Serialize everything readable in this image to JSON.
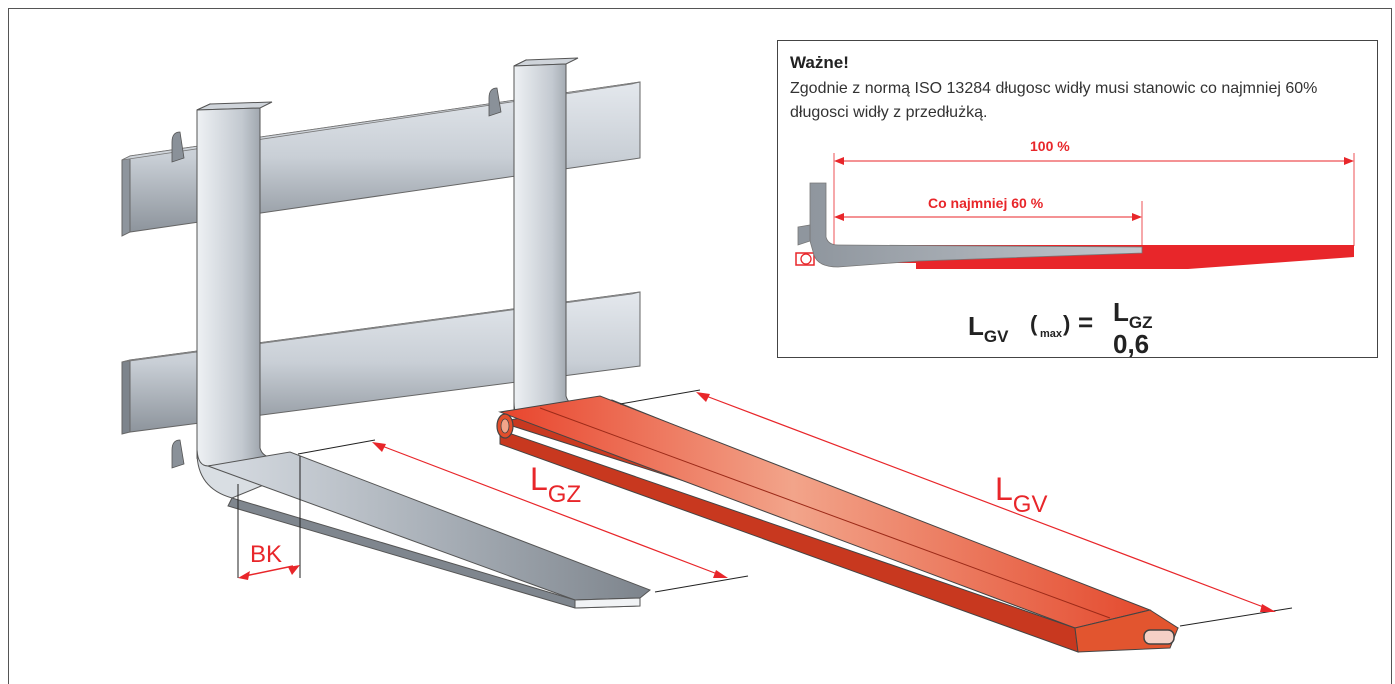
{
  "info_box": {
    "title": "Ważne!",
    "text": "Zgodnie z normą ISO 13284 długosc widły musi stanowic co najmniej 60% długosci widły z przedłużką.",
    "dim_full": "100 %",
    "dim_min": "Co najmniej 60 %",
    "formula": {
      "lhs_main": "L",
      "lhs_sub": "GV",
      "lhs_paren_open": "(",
      "lhs_paren_sub": "max",
      "lhs_paren_close": ")",
      "equals": "=",
      "numerator_main": "L",
      "numerator_sub": "GZ",
      "denominator": "0,6"
    }
  },
  "labels": {
    "bk": "BK",
    "lgz_main": "L",
    "lgz_sub": "GZ",
    "lgv_main": "L",
    "lgv_sub": "GV"
  },
  "colors": {
    "accent_red": "#e8262a",
    "steel": "#a6adb6",
    "extension": "#e85a3c"
  }
}
